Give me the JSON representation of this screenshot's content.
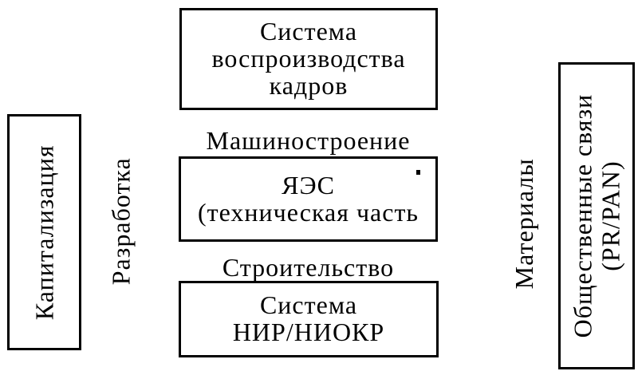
{
  "diagram": {
    "colors": {
      "ink": "#000000",
      "background": "#ffffff"
    },
    "top_box": {
      "lines": [
        "Система",
        "воспроизводства",
        "кадров"
      ]
    },
    "labels": {
      "machine_building": "Машиностроение",
      "construction": "Строительство",
      "development": "Разработка",
      "materials": "Материалы"
    },
    "middle_box": {
      "lines": [
        "ЯЭС",
        "(техническая часть"
      ]
    },
    "bottom_box": {
      "lines": [
        "Система",
        "НИР/НИОКР"
      ]
    },
    "left_box": {
      "label": "Капитализация"
    },
    "right_box": {
      "lines": [
        "Общественные связи",
        "(PR/PAN)"
      ]
    }
  }
}
